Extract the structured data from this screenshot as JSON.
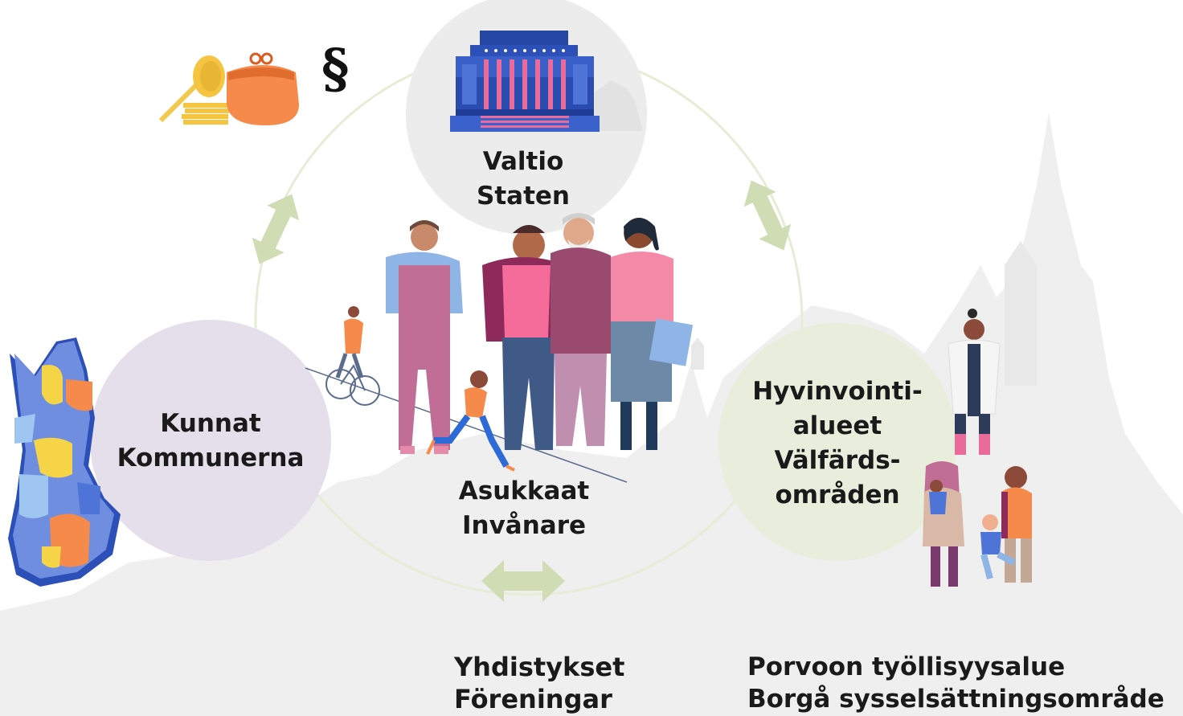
{
  "nodes": {
    "state": {
      "line1": "Valtio",
      "line2": "Staten"
    },
    "municipalities": {
      "line1": "Kunnat",
      "line2": "Kommunerna"
    },
    "residents": {
      "line1": "Asukkaat",
      "line2": "Invånare"
    },
    "wellbeing": {
      "line1": "Hyvinvointi-",
      "line2": "alueet",
      "line3": "Välfärds-",
      "line4": "områden"
    }
  },
  "bottom": {
    "associations": {
      "line1": "Yhdistykset",
      "line2": "Föreningar"
    },
    "employment": {
      "line1": "Porvoon työllisyysalue",
      "line2": "Borgå sysselsättningsområde"
    }
  },
  "decor": {
    "section_symbol": "§"
  },
  "colors": {
    "cycle_ring": "#e6ecd6",
    "arrow": "#cfdcb4",
    "state_circle": "#ececec",
    "municipality_circle": "#e5dfec",
    "wellbeing_circle": "#e8eddc",
    "city_silhouette": "#ededed"
  }
}
